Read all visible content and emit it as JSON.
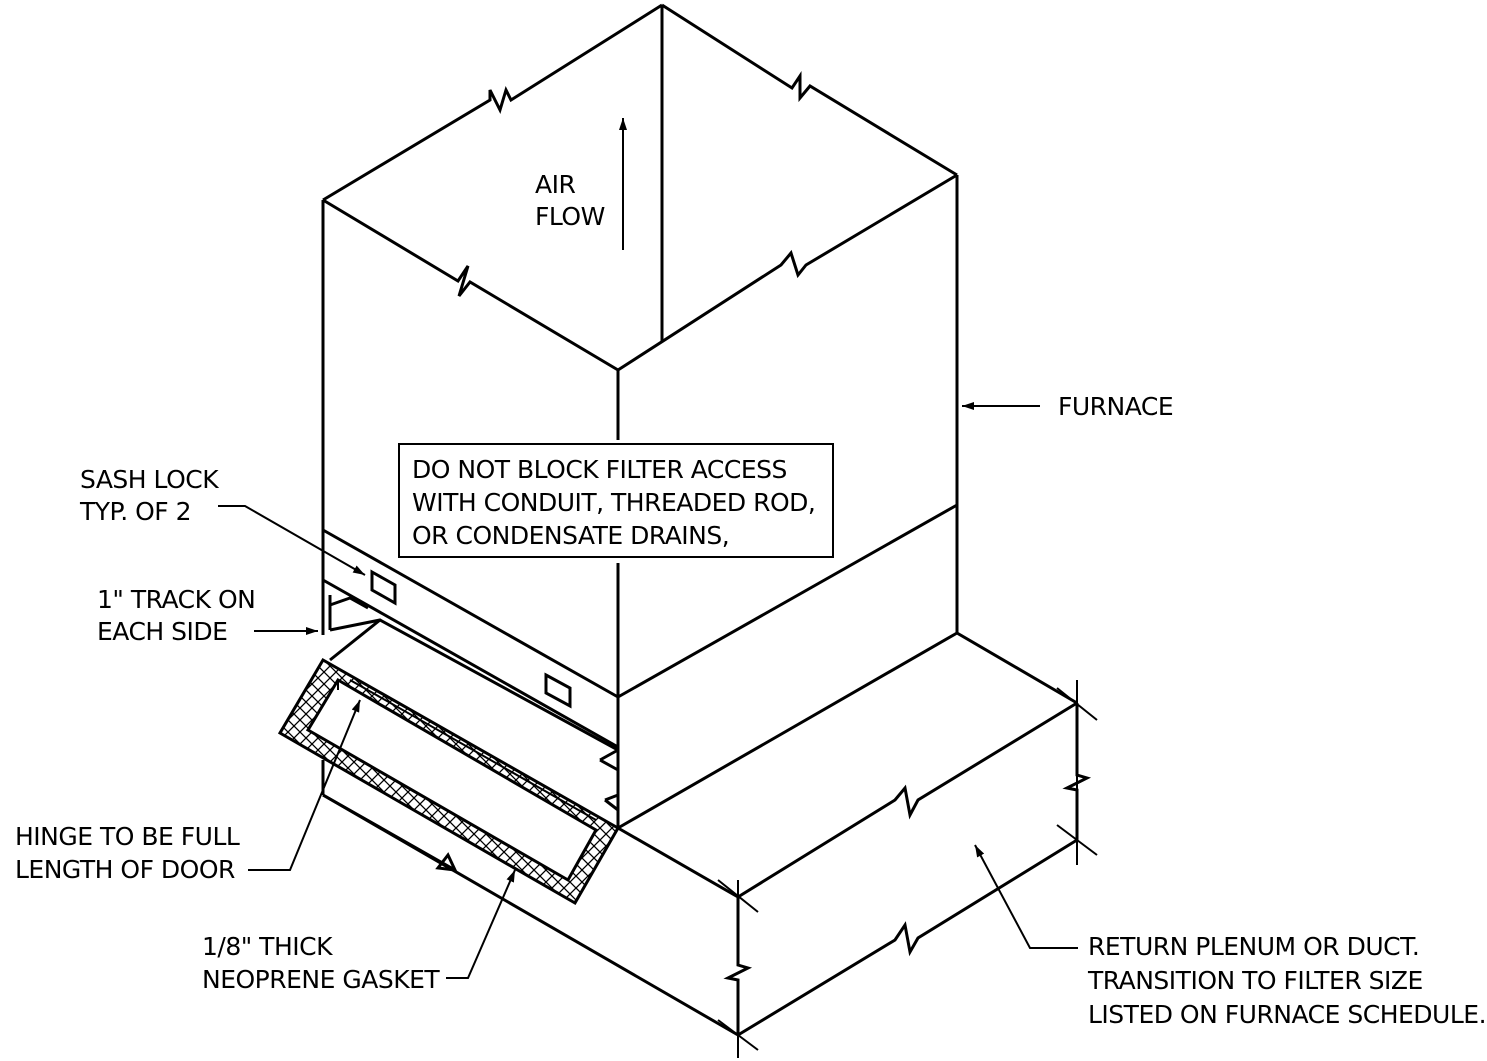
{
  "labels": {
    "air_flow": [
      "AIR",
      "FLOW"
    ],
    "furnace": "FURNACE",
    "warning_note": [
      "DO NOT BLOCK FILTER ACCESS",
      "WITH CONDUIT, THREADED ROD,",
      "OR CONDENSATE DRAINS,"
    ],
    "sash_lock": [
      "SASH LOCK",
      "TYP. OF 2"
    ],
    "track": [
      "1\" TRACK ON",
      "EACH SIDE"
    ],
    "hinge": [
      "HINGE TO BE FULL",
      "LENGTH OF DOOR"
    ],
    "gasket": [
      "1/8\" THICK",
      "NEOPRENE GASKET"
    ],
    "return_plenum": [
      "RETURN PLENUM OR DUCT.",
      "TRANSITION TO FILTER SIZE",
      "LISTED ON FURNACE SCHEDULE."
    ]
  }
}
